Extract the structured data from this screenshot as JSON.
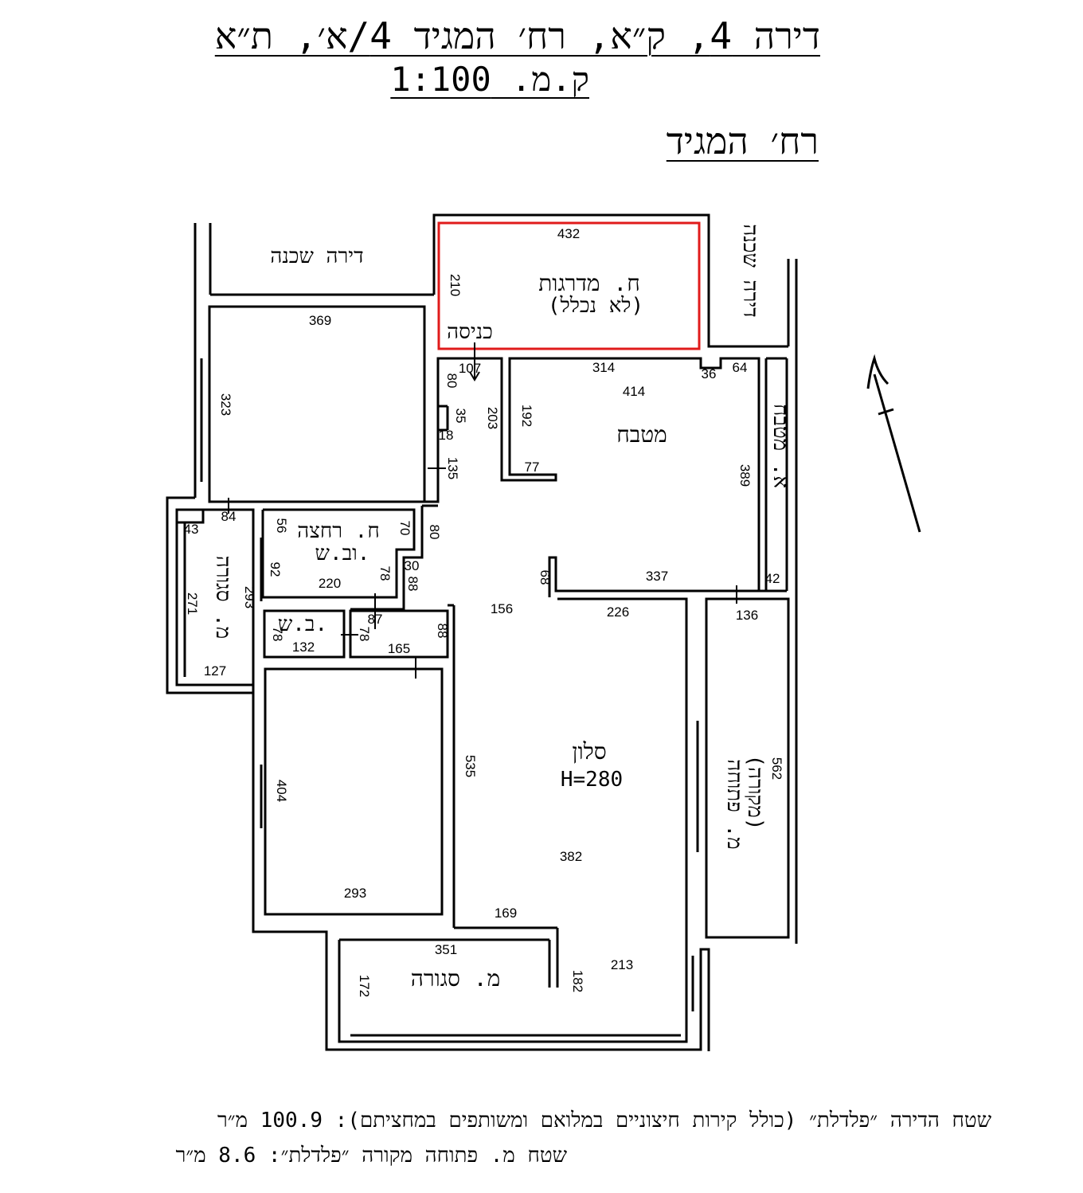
{
  "header": {
    "title": "דירה 4, ק״א, רח׳ המגיד 4/א׳, ת״א",
    "scale": "ק.מ. 1:100",
    "street": "רח׳ המגיד"
  },
  "rooms": {
    "neighbor_left": "דירה שכנה",
    "neighbor_right": "דירה שכנה",
    "stairwell": "ח. מדרגות",
    "stairwell_note": "(לא נכלל)",
    "entrance": "כניסה",
    "kitchen": "מטבח",
    "pantry": "א. מטבח",
    "bathroom": "ח. רחצה",
    "bathroom_2": "וב.ש.",
    "toilet": "ב.ש.",
    "closed_balcony_left": "מ. סגורה",
    "closed_balcony_bottom": "מ. סגורה",
    "living_room": "סלון",
    "living_height": "H=280",
    "open_balcony": "מ. פתוחה",
    "open_balcony_note": "(מקורה)"
  },
  "dimensions": {
    "d432": "432",
    "d210": "210",
    "d369": "369",
    "d323": "323",
    "d107": "107",
    "d80a": "80",
    "d35": "35",
    "d18": "18",
    "d135": "135",
    "d203": "203",
    "d192": "192",
    "d77": "77",
    "d314": "314",
    "d36": "36",
    "d64": "64",
    "d414": "414",
    "d389": "389",
    "d84": "84",
    "d43": "43",
    "d56": "56",
    "d70": "70",
    "d80b": "80",
    "d92": "92",
    "d78a": "78",
    "d30": "30",
    "d88a": "88",
    "d220": "220",
    "d271": "271",
    "d293a": "293",
    "d127": "127",
    "d87": "87",
    "d78b": "78",
    "d78c": "78",
    "d132": "132",
    "d165": "165",
    "d88b": "88",
    "d156": "156",
    "d68": "68",
    "d337": "337",
    "d42": "42",
    "d226": "226",
    "d136": "136",
    "d404": "404",
    "d293b": "293",
    "d535": "535",
    "d382": "382",
    "d169": "169",
    "d562": "562",
    "d351": "351",
    "d172": "172",
    "d182": "182",
    "d213": "213"
  },
  "footer": {
    "area_line": "שטח הדירה ״פלדלת״ (כולל קירות חיצוניים במלואם ומשותפים במחציתם): 100.9 מ״ר",
    "balcony_line": "שטח מ. פתוחה מקורה ״פלדלת״: 8.6 מ״ר"
  },
  "colors": {
    "ink": "#000000",
    "highlight": "#e01b1b"
  },
  "icons": {
    "north": "north-arrow-icon"
  }
}
